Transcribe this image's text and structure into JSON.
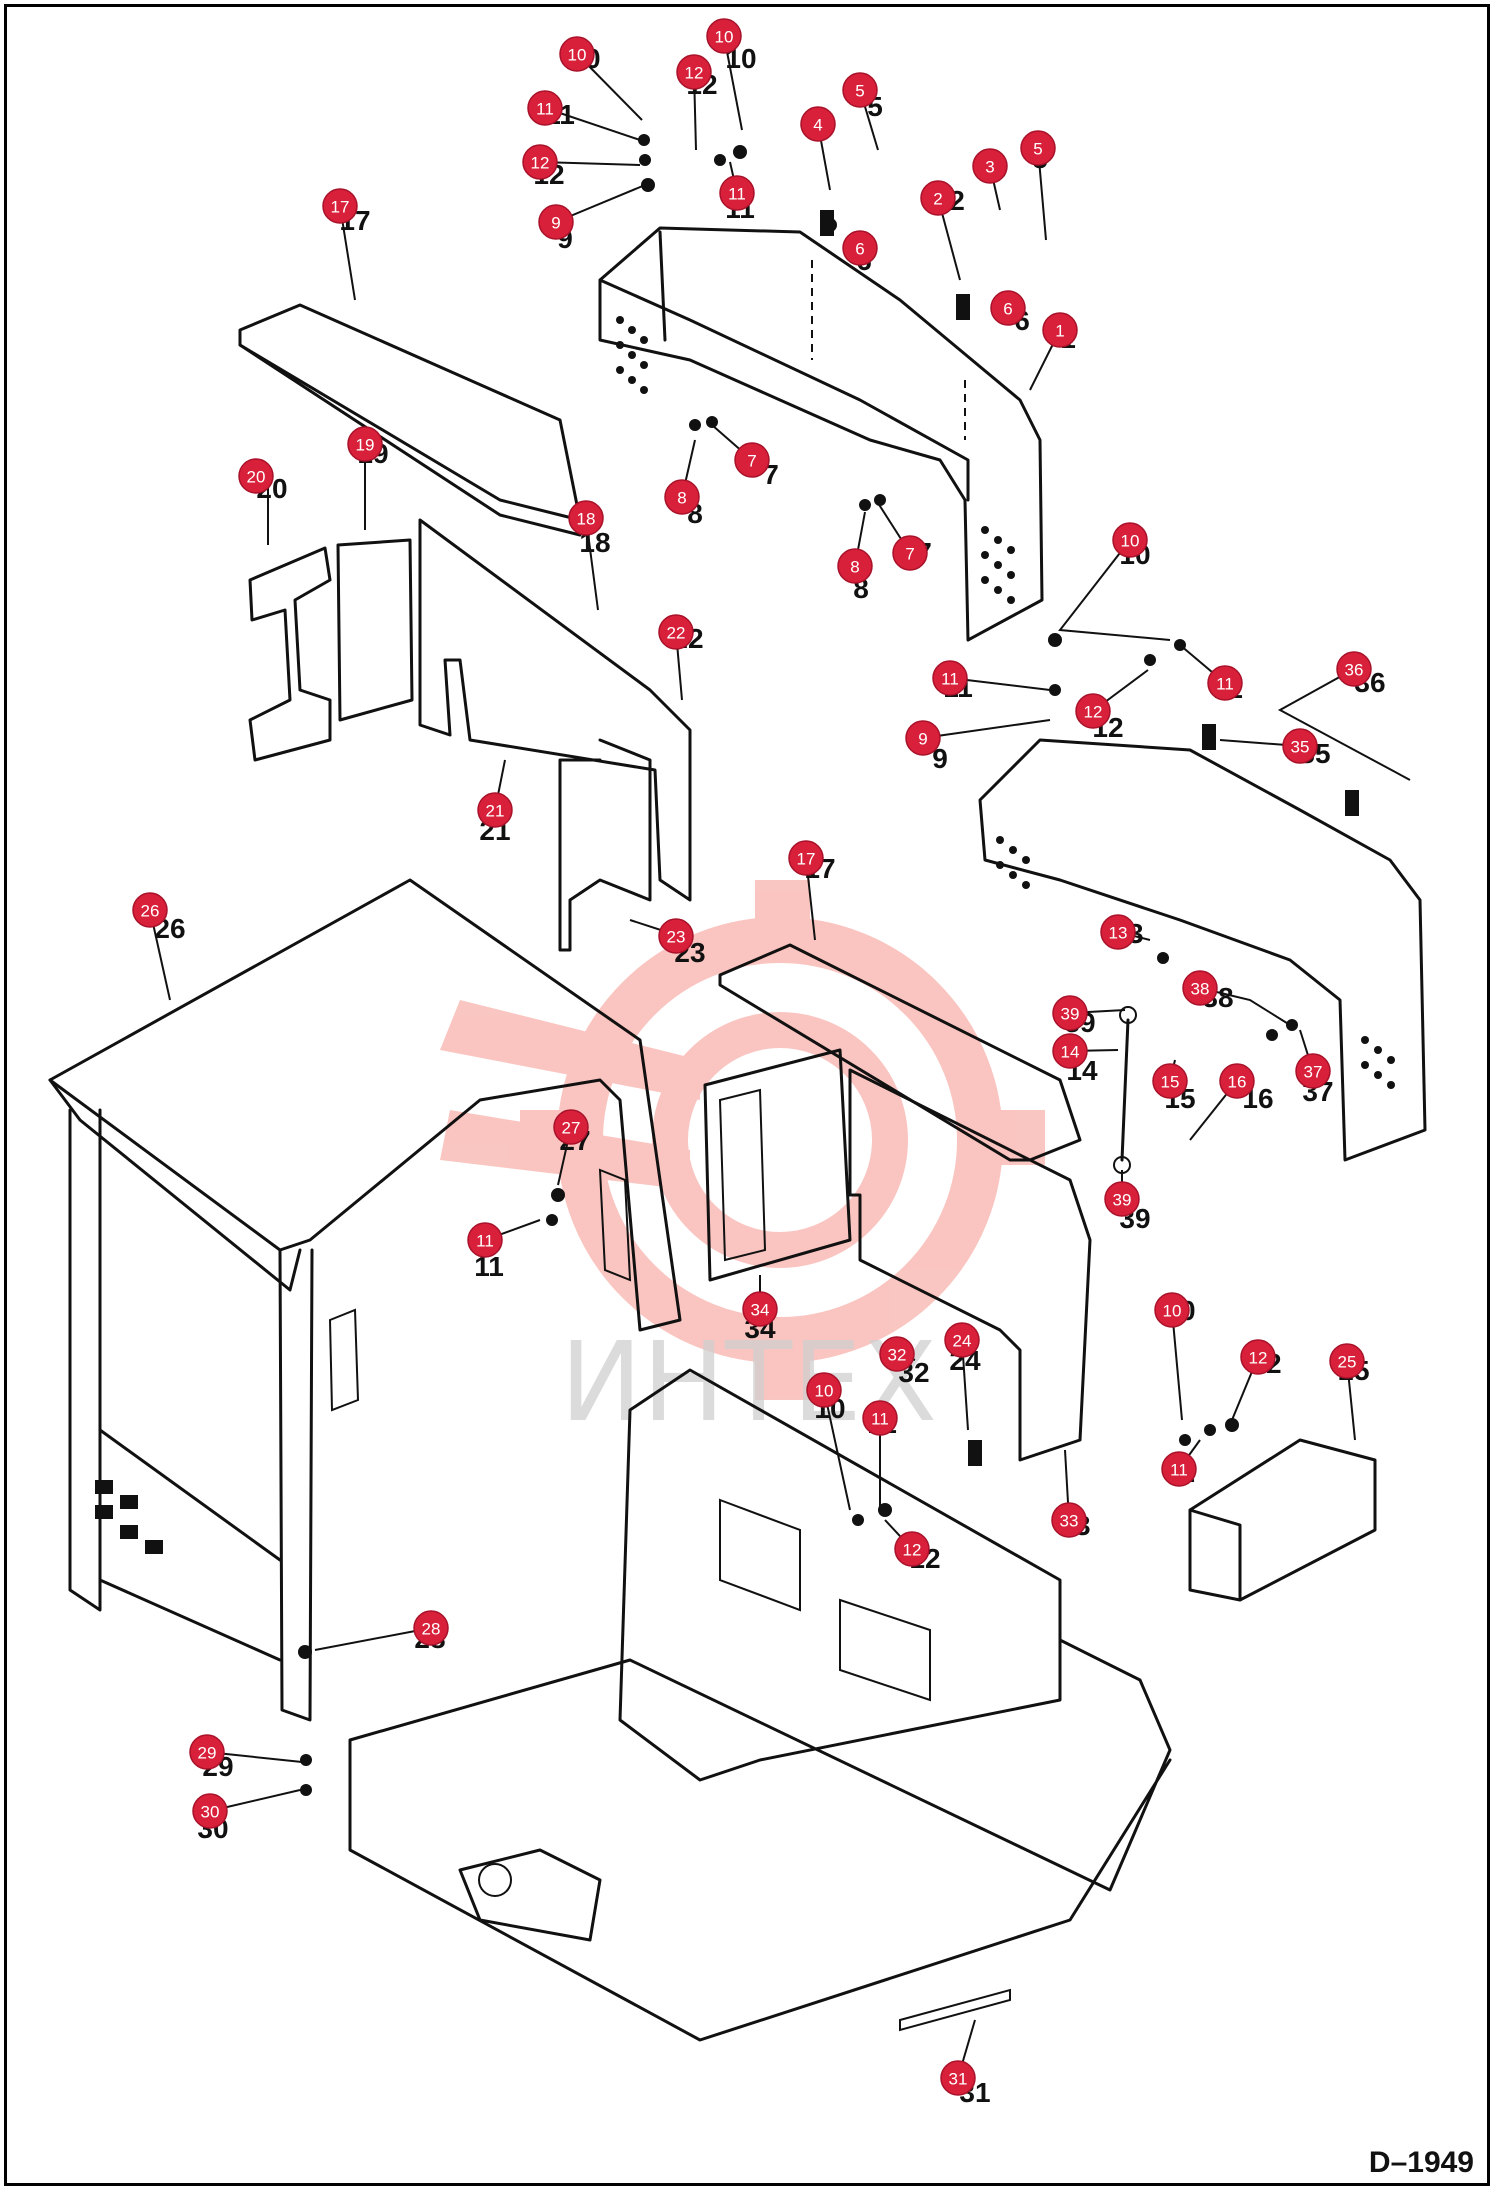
{
  "drawing_code": "D–1949",
  "watermark": {
    "text": "ИНТЕХ",
    "color": "#f4b3b3"
  },
  "callout_color": "#d9203a",
  "callouts": [
    {
      "num": "10"
    },
    {
      "num": "10"
    },
    {
      "num": "12"
    },
    {
      "num": "11"
    },
    {
      "num": "12"
    },
    {
      "num": "9"
    },
    {
      "num": "11"
    },
    {
      "num": "5"
    },
    {
      "num": "4"
    },
    {
      "num": "6"
    },
    {
      "num": "3"
    },
    {
      "num": "5"
    },
    {
      "num": "2"
    },
    {
      "num": "6"
    },
    {
      "num": "1"
    },
    {
      "num": "17"
    },
    {
      "num": "7"
    },
    {
      "num": "8"
    },
    {
      "num": "20"
    },
    {
      "num": "19"
    },
    {
      "num": "18"
    },
    {
      "num": "7"
    },
    {
      "num": "8"
    },
    {
      "num": "10"
    },
    {
      "num": "22"
    },
    {
      "num": "11"
    },
    {
      "num": "11"
    },
    {
      "num": "12"
    },
    {
      "num": "36"
    },
    {
      "num": "9"
    },
    {
      "num": "35"
    },
    {
      "num": "21"
    },
    {
      "num": "17"
    },
    {
      "num": "26"
    },
    {
      "num": "23"
    },
    {
      "num": "13"
    },
    {
      "num": "38"
    },
    {
      "num": "39"
    },
    {
      "num": "14"
    },
    {
      "num": "15"
    },
    {
      "num": "16"
    },
    {
      "num": "37"
    },
    {
      "num": "27"
    },
    {
      "num": "39"
    },
    {
      "num": "11"
    },
    {
      "num": "34"
    },
    {
      "num": "10"
    },
    {
      "num": "12"
    },
    {
      "num": "25"
    },
    {
      "num": "32"
    },
    {
      "num": "24"
    },
    {
      "num": "10"
    },
    {
      "num": "11"
    },
    {
      "num": "11"
    },
    {
      "num": "12"
    },
    {
      "num": "33"
    },
    {
      "num": "28"
    },
    {
      "num": "29"
    },
    {
      "num": "30"
    },
    {
      "num": "31"
    }
  ]
}
